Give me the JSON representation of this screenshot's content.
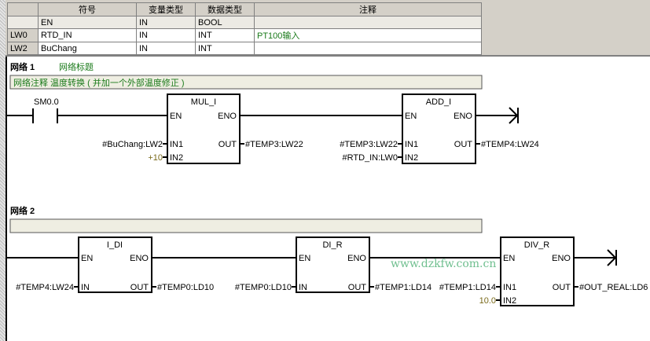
{
  "var_table": {
    "headers": [
      "",
      "符号",
      "变量类型",
      "数据类型",
      "注释"
    ],
    "rows": [
      {
        "addr": "",
        "symbol": "EN",
        "var_type": "IN",
        "data_type": "BOOL",
        "comment": ""
      },
      {
        "addr": "LW0",
        "symbol": "RTD_IN",
        "var_type": "IN",
        "data_type": "INT",
        "comment": "PT100输入"
      },
      {
        "addr": "LW2",
        "symbol": "BuChang",
        "var_type": "IN",
        "data_type": "INT",
        "comment": ""
      }
    ]
  },
  "network1": {
    "label": "网络 1",
    "title": "网络标题",
    "comment": "网络注释 温度转换 ( 并加一个外部温度修正 )",
    "contact": "SM0.0",
    "mul": {
      "name": "MUL_I",
      "en": "EN",
      "eno": "ENO",
      "in1": "IN1",
      "in2": "IN2",
      "out": "OUT",
      "in1_val": "#BuChang:LW2",
      "in2_val": "+10",
      "out_val": "#TEMP3:LW22"
    },
    "add": {
      "name": "ADD_I",
      "en": "EN",
      "eno": "ENO",
      "in1": "IN1",
      "in2": "IN2",
      "out": "OUT",
      "in1_val": "#TEMP3:LW22",
      "in2_val": "#RTD_IN:LW0",
      "out_val": "#TEMP4:LW24"
    }
  },
  "network2": {
    "label": "网络 2",
    "comment": "",
    "idi": {
      "name": "I_DI",
      "en": "EN",
      "eno": "ENO",
      "in": "IN",
      "out": "OUT",
      "in_val": "#TEMP4:LW24",
      "out_val": "#TEMP0:LD10"
    },
    "dir": {
      "name": "DI_R",
      "en": "EN",
      "eno": "ENO",
      "in": "IN",
      "out": "OUT",
      "in_val": "#TEMP0:LD10",
      "out_val": "#TEMP1:LD14"
    },
    "div": {
      "name": "DIV_R",
      "en": "EN",
      "eno": "ENO",
      "in1": "IN1",
      "in2": "IN2",
      "out": "OUT",
      "in1_val": "#TEMP1:LD14",
      "in2_val": "10.0",
      "out_val": "#OUT_REAL:LD6"
    }
  },
  "watermark": "www.dzkfw.com.cn",
  "colors": {
    "constant": "#7a6a1a",
    "comment_green": "#1a7a1a",
    "comment_bg": "#efeee2"
  }
}
